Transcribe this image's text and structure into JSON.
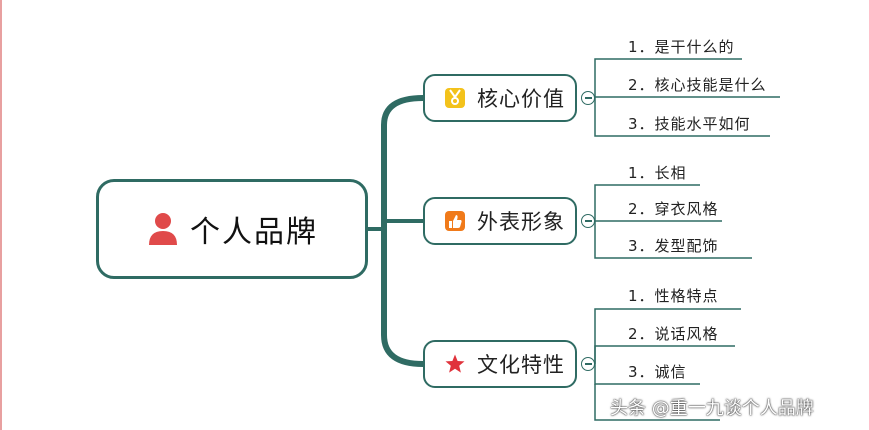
{
  "root": {
    "label": "个人品牌",
    "icon": "person-icon"
  },
  "branches": [
    {
      "label": "核心价值",
      "icon": "medal-icon",
      "items": [
        "1．是干什么的",
        "2．核心技能是什么",
        "3．技能水平如何"
      ]
    },
    {
      "label": "外表形象",
      "icon": "thumbs-up-icon",
      "items": [
        "1．长相",
        "2．穿衣风格",
        "3．发型配饰"
      ]
    },
    {
      "label": "文化特性",
      "icon": "star-icon",
      "items": [
        "1．性格特点",
        "2．说话风格",
        "3．诚信"
      ]
    }
  ],
  "watermark": "头条 @重一九谈个人品牌",
  "colors": {
    "line": "#2f6b63",
    "star": "#e0333c",
    "person": "#e04a4a",
    "medal": "#e8b418",
    "thumb": "#f07a1a"
  }
}
